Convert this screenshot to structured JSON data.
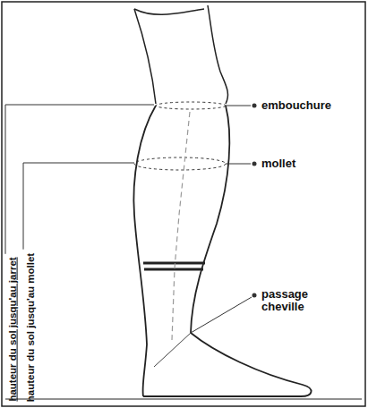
{
  "diagram": {
    "labels": [
      "embouchure",
      "mollet",
      "passage cheville",
      "hauteur du sol jusqu'au jarret",
      "hauteur du sol jusqu'au mollet"
    ]
  }
}
